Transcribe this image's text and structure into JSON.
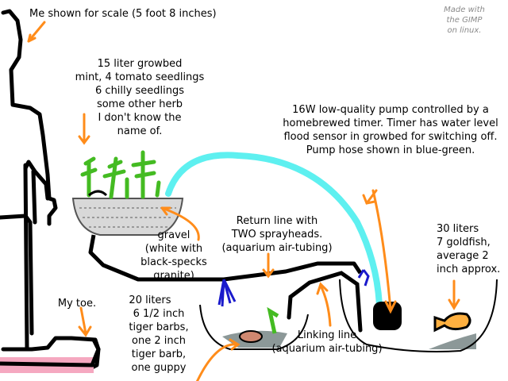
{
  "labels": {
    "scale": "Me shown for scale (5 foot 8 inches)",
    "credit": [
      "Made with",
      "the GIMP on linux."
    ],
    "growbed": [
      "15 liter growbed",
      "mint, 4 tomato seedlings",
      "6 chilly seedlings",
      "some other herb",
      "I don't know the",
      "name of."
    ],
    "pump": [
      "16W low-quality pump controlled by a",
      "homebrewed timer. Timer has water level",
      "flood sensor in growbed for switching off.",
      "Pump hose shown in blue-green."
    ],
    "gravel": [
      "gravel",
      "(white with",
      "black-specks",
      "granite)"
    ],
    "return_line": [
      "Return line with",
      "TWO sprayheads.",
      "(aquarium air-tubing)"
    ],
    "big_tank": [
      "30 liters",
      "7 goldfish,",
      "average   2",
      "inch approx."
    ],
    "toe": "My toe.",
    "small_tank": [
      "20 liters",
      "6 1/2 inch",
      "tiger barbs,",
      "one 2 inch",
      "tiger barb,",
      "one guppy"
    ],
    "linking_line": [
      "Linking line",
      "(aquarium air-tubing)"
    ]
  },
  "colors": {
    "arrow": "#ff8c1a",
    "pump_hose": "#5ef0f0",
    "sprayhead": "#1a1acc",
    "plants": "#44bb22",
    "goldfish": "#ffb040",
    "foot": "#f5a8c0"
  }
}
